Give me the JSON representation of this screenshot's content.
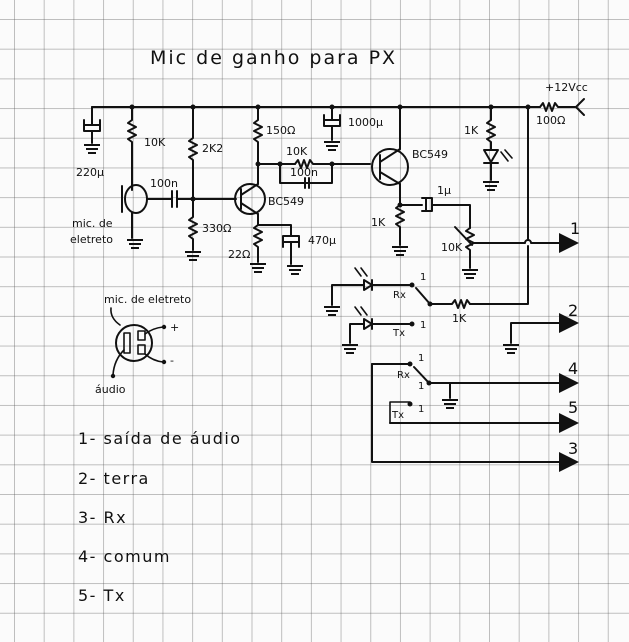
{
  "title": "Mic de ganho para PX",
  "supply": {
    "label": "+12Vcc",
    "resistor": "100Ω"
  },
  "components": {
    "c_input_filter": "220µ",
    "r_mic_bias": "10K",
    "mic_label_line1": "mic. de",
    "mic_label_line2": "eletreto",
    "c_coupling": "100n",
    "r_base_upper": "2K2",
    "r_base_lower": "330Ω",
    "r_collector": "150Ω",
    "r_emitter": "22Ω",
    "c_emitter": "470µ",
    "q1": "BC549",
    "c_filter2": "1000µ",
    "r_feedback": "10K",
    "c_feedback": "100n",
    "q2": "BC549",
    "r_q2_emitter": "1K",
    "c_output": "1µ",
    "pot": "10K",
    "r_led": "1K",
    "r_switch": "1K",
    "sw_rx": "Rx",
    "sw_tx": "Tx",
    "sw_pos": "1"
  },
  "outputs": [
    "1",
    "2",
    "4",
    "5",
    "3"
  ],
  "mic_pinout": {
    "label": "mic. de eletreto",
    "plus": "+",
    "minus": "-",
    "audio": "áudio"
  },
  "legend": [
    "1- saída de áudio",
    "2- terra",
    "3- Rx",
    "4- comum",
    "5- Tx"
  ]
}
